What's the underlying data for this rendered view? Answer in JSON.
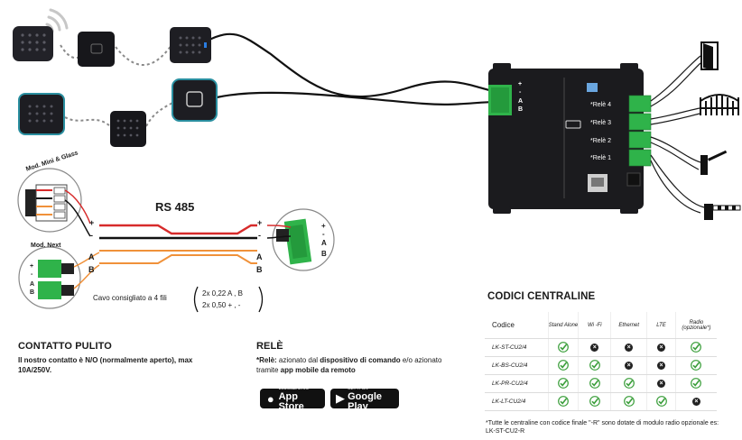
{
  "wiring": {
    "rs485_title": "RS 485",
    "mini_glass_label": "Mod. Mini & Glass",
    "next_label": "Mod. Next",
    "left_terms": [
      "+",
      "-",
      "A",
      "B"
    ],
    "right_terms": [
      "+",
      "-",
      "A",
      "B"
    ],
    "conn_plus": "+",
    "conn_minus": "-",
    "conn_a": "A",
    "conn_b": "B",
    "cable_label": "Cavo consigliato a 4 fili",
    "cable_spec_line1": "2x 0,22 A , B",
    "cable_spec_line2": "2x 0,50 + , -"
  },
  "controller": {
    "bus_labels": [
      "+",
      "-",
      "A",
      "B"
    ],
    "relays": [
      "*Relè 4",
      "*Relè 3",
      "*Relè 2",
      "*Relè 1"
    ]
  },
  "contatto": {
    "title": "CONTATTO PULITO",
    "text": "Il nostro contatto è N/O (normalmente aperto), max 10A/250V."
  },
  "rele": {
    "title": "RELÈ",
    "bold1": "*Relè:",
    "text1": " azionato dal ",
    "bold2": "dispositivo di comando",
    "text2": " e/o azionato tramite ",
    "bold3": "app mobile da remoto"
  },
  "stores": {
    "apple_small": "Download on the",
    "apple_big": "App Store",
    "google_small": "GET IT ON",
    "google_big": "Google Play"
  },
  "codici": {
    "title": "CODICI CENTRALINE",
    "headers": [
      "Codice",
      "Stand Alone",
      "Wi -Fi",
      "Ethernet",
      "LTE",
      "Radio (opzionale*)"
    ],
    "rows": [
      {
        "code": "LK-ST-CU2/4",
        "cells": [
          "yes",
          "no",
          "no",
          "no",
          "yes"
        ]
      },
      {
        "code": "LK-BS-CU2/4",
        "cells": [
          "yes",
          "yes",
          "no",
          "no",
          "yes"
        ]
      },
      {
        "code": "LK-PR-CU2/4",
        "cells": [
          "yes",
          "yes",
          "yes",
          "no",
          "yes"
        ]
      },
      {
        "code": "LK-LT-CU2/4",
        "cells": [
          "yes",
          "yes",
          "yes",
          "yes",
          "no"
        ]
      }
    ],
    "footnote": "*Tutte le centraline con codice finale \"-R\" sono dotate di modulo radio opzionale es: LK-ST-CU2-R"
  },
  "colors": {
    "device_dark": "#1d1d22",
    "device_teal": "#2a8fa0",
    "terminal_green": "#2fb34a",
    "wire_red": "#d72b2b",
    "wire_orange": "#f0913a",
    "check_green": "#3a9e3a"
  }
}
